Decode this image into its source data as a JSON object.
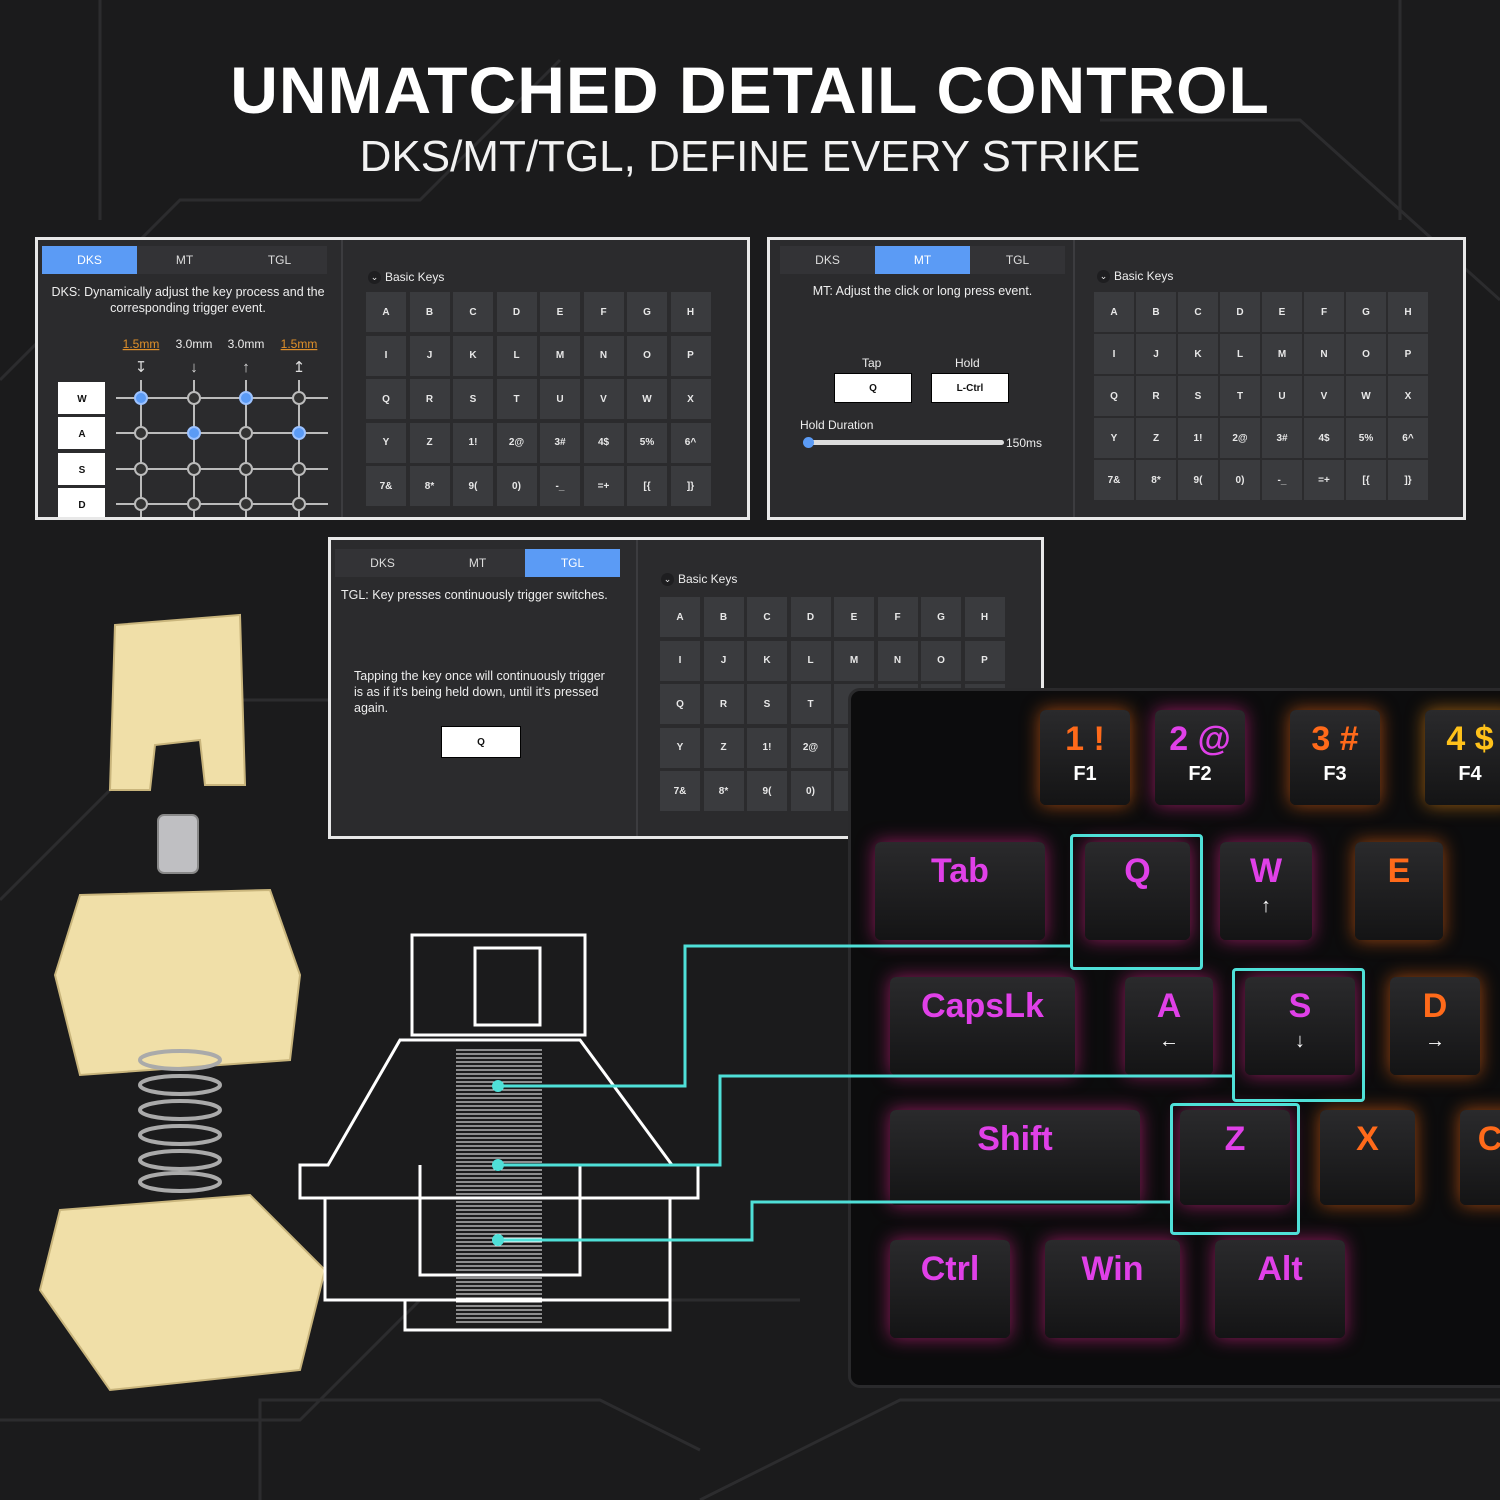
{
  "title": "UNMATCHED DETAIL CONTROL",
  "subtitle": "DKS/MT/TGL, DEFINE EVERY STRIKE",
  "colors": {
    "accent": "#5b9bf5",
    "highlight": "#4fe0d8",
    "orange_value": "#e0902a",
    "switch": "#f0dfa8",
    "key_magenta": "#e040e8"
  },
  "tabs": [
    "DKS",
    "MT",
    "TGL"
  ],
  "basic_keys_label": "Basic Keys",
  "keys": [
    [
      "A",
      "B",
      "C",
      "D",
      "E",
      "F",
      "G",
      "H"
    ],
    [
      "I",
      "J",
      "K",
      "L",
      "M",
      "N",
      "O",
      "P"
    ],
    [
      "Q",
      "R",
      "S",
      "T",
      "U",
      "V",
      "W",
      "X"
    ],
    [
      "Y",
      "Z",
      "1!",
      "2@",
      "3#",
      "4$",
      "5%",
      "6^"
    ],
    [
      "7&",
      "8*",
      "9(",
      "0)",
      "-_",
      "=+",
      "[{",
      "]}"
    ]
  ],
  "dks": {
    "description": "DKS:  Dynamically adjust the key process and the corresponding trigger event.",
    "travel": [
      "1.5mm",
      "3.0mm",
      "3.0mm",
      "1.5mm"
    ],
    "rows": [
      "W",
      "A",
      "S",
      "D"
    ],
    "active": [
      [
        1,
        0,
        1,
        0
      ],
      [
        0,
        1,
        0,
        1
      ],
      [
        0,
        0,
        0,
        0
      ],
      [
        0,
        0,
        0,
        0
      ]
    ]
  },
  "mt": {
    "description": "MT:  Adjust the click or long press event.",
    "tap_label": "Tap",
    "tap_key": "Q",
    "hold_label": "Hold",
    "hold_key": "L-Ctrl",
    "duration_label": "Hold Duration",
    "duration_value": "150ms"
  },
  "tgl": {
    "description": "TGL:  Key presses continuously trigger switches.",
    "explanation": "Tapping the key once will continuously trigger is as if it's being held down, until it's pressed again.",
    "key": "Q"
  },
  "keyboard": {
    "keys": [
      {
        "label": "1 !",
        "sub": "F1"
      },
      {
        "label": "2 @",
        "sub": "F2"
      },
      {
        "label": "3 #",
        "sub": "F3"
      },
      {
        "label": "4 $",
        "sub": "F4"
      },
      {
        "label": "Tab",
        "sub": ""
      },
      {
        "label": "Q",
        "sub": ""
      },
      {
        "label": "W",
        "sub": "↑"
      },
      {
        "label": "E",
        "sub": ""
      },
      {
        "label": "CapsLk",
        "sub": ""
      },
      {
        "label": "A",
        "sub": "←"
      },
      {
        "label": "S",
        "sub": "↓"
      },
      {
        "label": "D",
        "sub": "→"
      },
      {
        "label": "Shift",
        "sub": ""
      },
      {
        "label": "Z",
        "sub": ""
      },
      {
        "label": "X",
        "sub": ""
      },
      {
        "label": "C",
        "sub": ""
      },
      {
        "label": "Ctrl",
        "sub": ""
      },
      {
        "label": "Win",
        "sub": ""
      },
      {
        "label": "Alt",
        "sub": ""
      }
    ]
  }
}
